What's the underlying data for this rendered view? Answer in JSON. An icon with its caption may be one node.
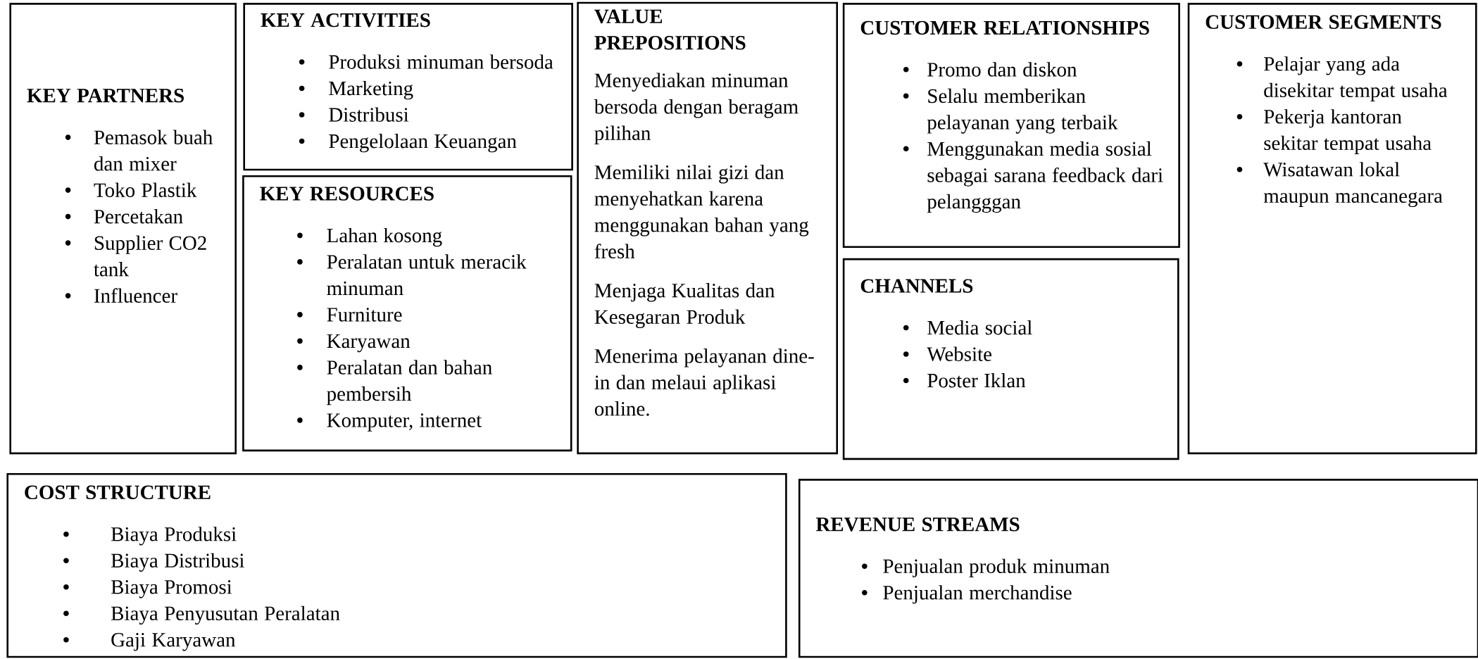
{
  "diagram": {
    "nodes": [
      {
        "text": [
          "KEY PARTNERS",
          "Pemasok buah dan mixer",
          "Toko Plastik",
          "Percetakan",
          "Supplier CO2 tank",
          "Influencer"
        ]
      },
      {
        "text": [
          "KEY ACTIVITIES",
          "Produksi minuman bersoda",
          "Marketing",
          "Distribusi",
          "Pengelolaan Keuangan"
        ]
      },
      {
        "text": [
          "KEY RESOURCES",
          "Lahan kosong",
          "Peralatan untuk meracik minuman",
          "Furniture",
          "Karyawan",
          "Peralatan dan bahan pembersih",
          "Komputer, internet"
        ]
      },
      {
        "text": [
          "VALUE PREPOSITIONS",
          "Menyediakan minuman bersoda dengan beragam pilihan",
          "Memiliki nilai gizi dan menyehatkan karena menggunakan bahan yang fresh",
          "Menjaga Kualitas dan Kesegaran Produk",
          "Menerima pelayanan dine-in dan melaui aplikasi online."
        ]
      },
      {
        "text": [
          "CUSTOMER RELATIONSHIPS",
          "Promo dan diskon",
          "Selalu memberikan pelayanan yang terbaik",
          "Menggunakan media sosial sebagai sarana feedback dari pelangggan"
        ]
      },
      {
        "text": [
          "CHANNELS",
          "Media social",
          "Website",
          "Poster Iklan"
        ]
      },
      {
        "text": [
          "CUSTOMER SEGMENTS",
          "Pelajar yang ada disekitar tempat usaha",
          "Pekerja kantoran sekitar tempat usaha",
          "Wisatawan lokal maupun mancanegara"
        ]
      },
      {
        "text": [
          "COST STRUCTURE",
          "Biaya Produksi",
          "Biaya Distribusi",
          "Biaya Promosi",
          "Biaya Penyusutan Peralatan",
          "Gaji Karyawan"
        ]
      },
      {
        "text": [
          "REVENUE STREAMS",
          "Penjualan produk minuman",
          "Penjualan merchandise"
        ]
      }
    ]
  }
}
